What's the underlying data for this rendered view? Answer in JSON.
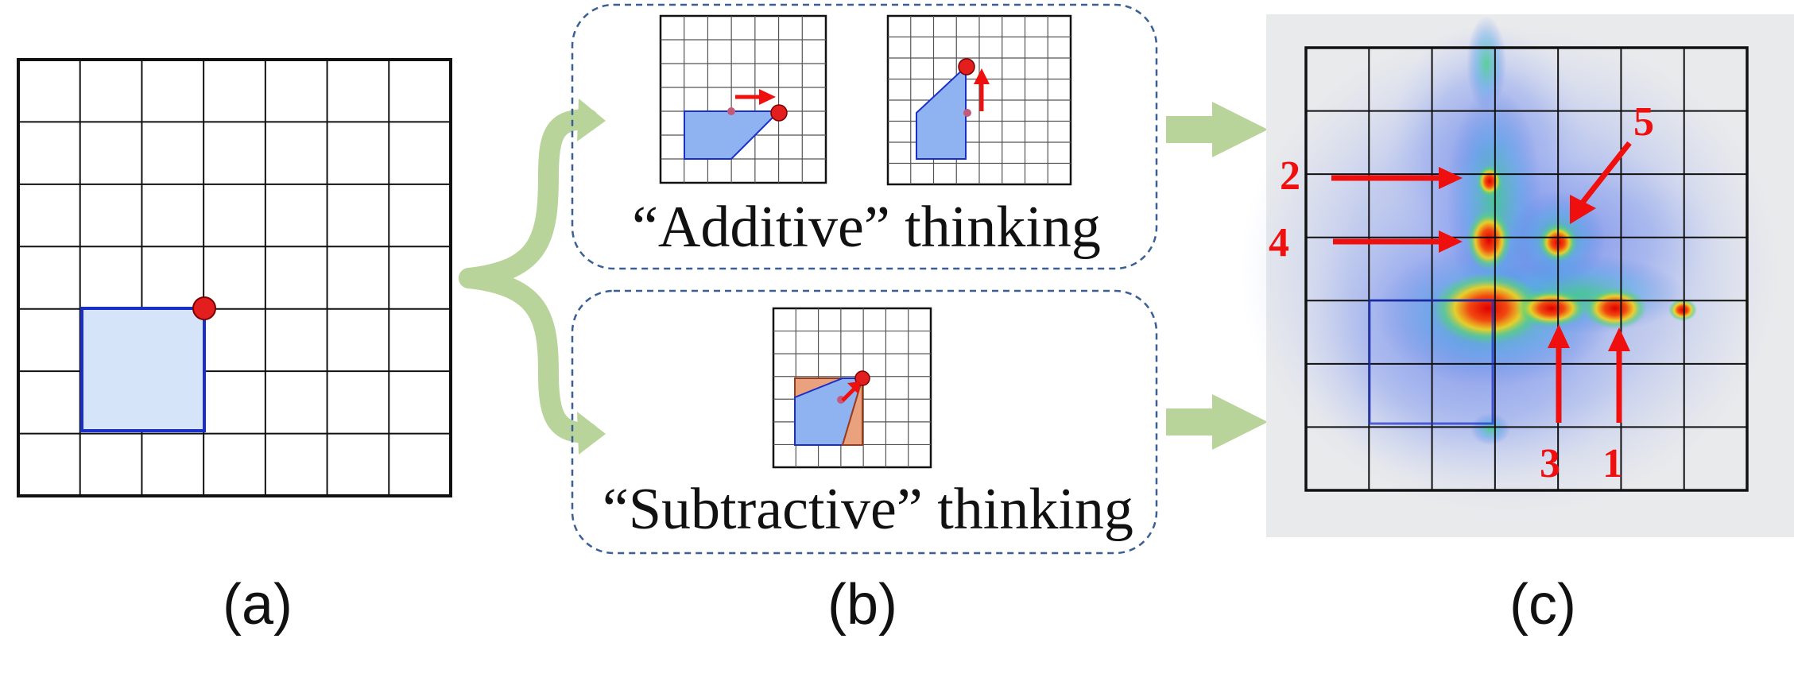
{
  "panels": {
    "a": {
      "caption": "(a)"
    },
    "b": {
      "caption": "(b)",
      "additive_label": "“Additive” thinking",
      "subtractive_label": "“Subtractive” thinking"
    },
    "c": {
      "caption": "(c)",
      "markers": [
        "1",
        "2",
        "3",
        "4",
        "5"
      ]
    }
  },
  "colors": {
    "grid_line": "#111111",
    "shape_fill": "#d6e4f9",
    "shape_stroke": "#1a2fc9",
    "sketch_fill": "#8fb3f0",
    "subtract_fill": "#e9a17e",
    "red_point": "#e31e1e",
    "arrow_red": "#ef0f0f",
    "flow_arrow": "#b8d49a",
    "dashed_box": "#3b5f95"
  }
}
